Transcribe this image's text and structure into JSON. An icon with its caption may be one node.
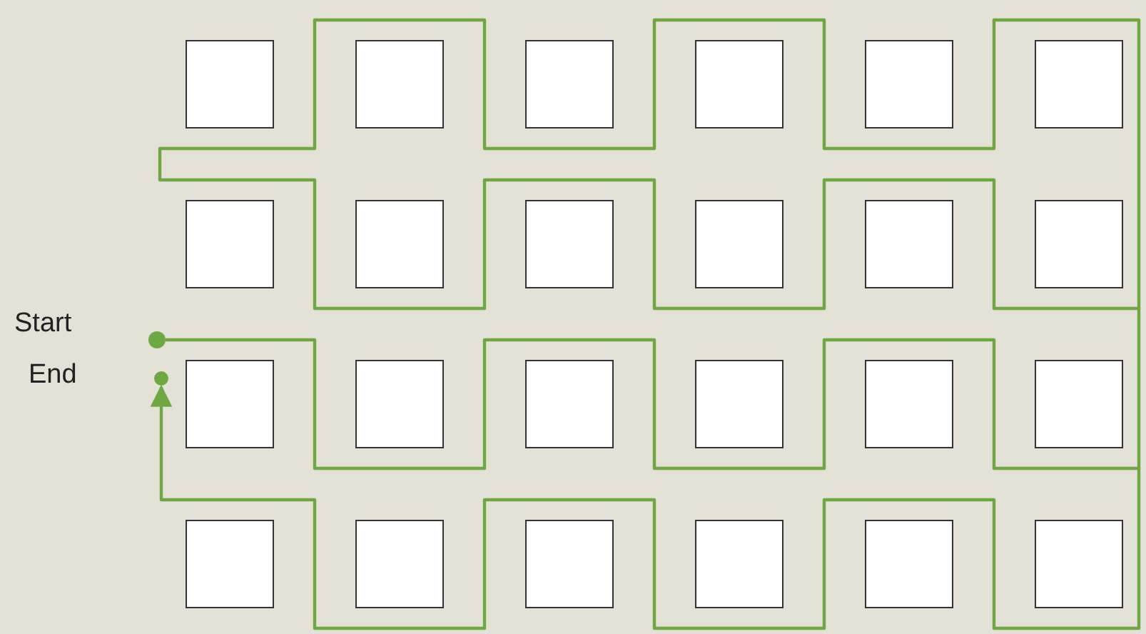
{
  "diagram": {
    "nodes": [
      {
        "text": [],
        "shape": "circle",
        "beside": [
          "Start"
        ]
      },
      {
        "text": [],
        "shape": "circle",
        "beside": [
          "End"
        ]
      },
      {
        "text": [],
        "shape": "box"
      },
      {
        "text": [],
        "shape": "box"
      },
      {
        "text": [],
        "shape": "box"
      },
      {
        "text": [],
        "shape": "box"
      },
      {
        "text": [],
        "shape": "box"
      },
      {
        "text": [],
        "shape": "box"
      },
      {
        "text": [],
        "shape": "box"
      },
      {
        "text": [],
        "shape": "box"
      },
      {
        "text": [],
        "shape": "box"
      },
      {
        "text": [],
        "shape": "box"
      },
      {
        "text": [],
        "shape": "box"
      },
      {
        "text": [],
        "shape": "box"
      },
      {
        "text": [],
        "shape": "box"
      },
      {
        "text": [],
        "shape": "box"
      },
      {
        "text": [],
        "shape": "box"
      },
      {
        "text": [],
        "shape": "box"
      },
      {
        "text": [],
        "shape": "box"
      },
      {
        "text": [],
        "shape": "box"
      },
      {
        "text": [],
        "shape": "box"
      },
      {
        "text": [],
        "shape": "box"
      },
      {
        "text": [],
        "shape": "box"
      },
      {
        "text": [],
        "shape": "box"
      },
      {
        "text": [],
        "shape": "box"
      },
      {
        "text": [],
        "shape": "box"
      }
    ],
    "edges": [
      {
        "from": 0,
        "to": 1,
        "arrow": "to"
      }
    ]
  }
}
